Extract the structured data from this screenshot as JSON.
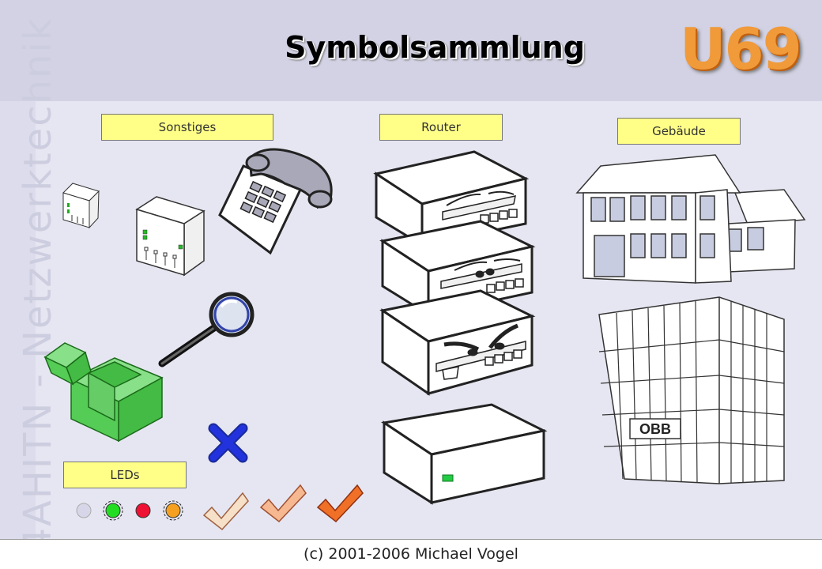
{
  "watermark": "4AHITN - Netzwerktechnik",
  "title": "Symbolsammlung",
  "logo": "U69",
  "labels": {
    "misc": "Sonstiges",
    "router": "Router",
    "buildings": "Gebäude",
    "leds": "LEDs"
  },
  "building_sign": "OBB",
  "footer": "(c) 2001-2006 Michael Vogel",
  "colors": {
    "background": "#dcdcec",
    "label_fill": "#ffff88",
    "led_off": "#d6d6e8",
    "led_green": "#22dd22",
    "led_red": "#ee1133",
    "led_orange": "#f5a020",
    "cross_blue": "#2233dd",
    "cube_green": "#55cc55",
    "logo_orange": "#f09a3a"
  },
  "icons": [
    "telephone-icon",
    "network-socket-icon",
    "magnifier-icon",
    "cube-icon",
    "cross-icon",
    "router-icon",
    "building-icon",
    "office-tower-icon",
    "checkmark-icon",
    "led-icon"
  ]
}
